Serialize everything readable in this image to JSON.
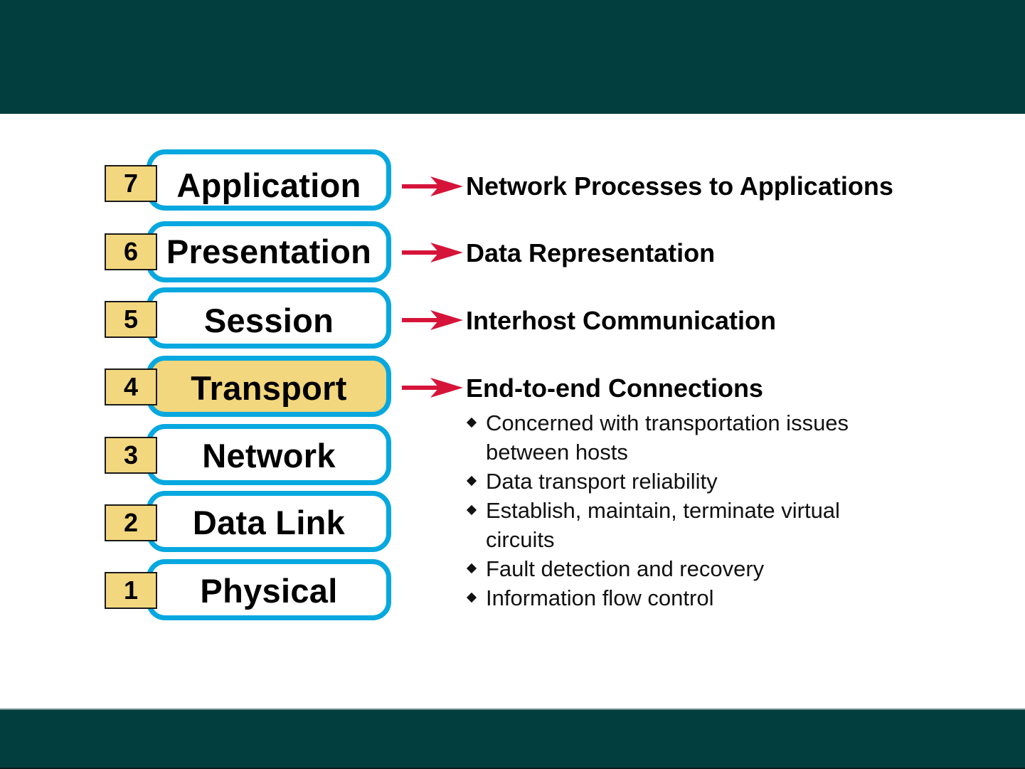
{
  "colors": {
    "header_bg": "#033e3e",
    "layer_border": "#06a8df",
    "highlight": "#f2d77e",
    "arrow": "#d6143a"
  },
  "layers": [
    {
      "number": "7",
      "name": "Application",
      "active": false
    },
    {
      "number": "6",
      "name": "Presentation",
      "active": false
    },
    {
      "number": "5",
      "name": "Session",
      "active": false
    },
    {
      "number": "4",
      "name": "Transport",
      "active": true
    },
    {
      "number": "3",
      "name": "Network",
      "active": false
    },
    {
      "number": "2",
      "name": "Data Link",
      "active": false
    },
    {
      "number": "1",
      "name": "Physical",
      "active": false
    }
  ],
  "descriptions": [
    {
      "layer": "7",
      "text": "Network Processes to Applications"
    },
    {
      "layer": "6",
      "text": "Data Representation"
    },
    {
      "layer": "5",
      "text": "Interhost Communication"
    },
    {
      "layer": "4",
      "text": "End-to-end Connections"
    }
  ],
  "transport_details": [
    "Concerned with transportation issues between hosts",
    "Data transport reliability",
    "Establish, maintain, terminate virtual circuits",
    "Fault detection and recovery",
    "Information flow control"
  ]
}
